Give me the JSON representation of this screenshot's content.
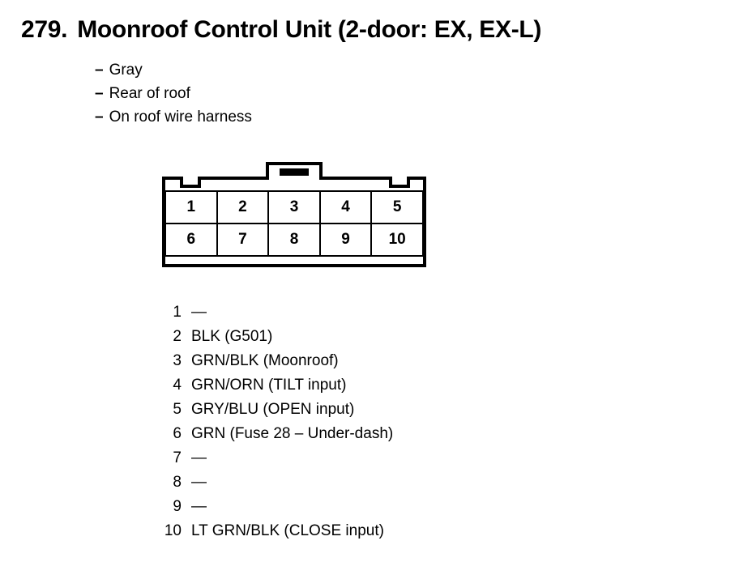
{
  "title": {
    "number": "279.",
    "text": "Moonroof Control Unit (2-door: EX, EX-L)"
  },
  "subtitles": [
    {
      "dash": "–",
      "label": "Gray"
    },
    {
      "dash": "–",
      "label": "Rear of roof"
    },
    {
      "dash": "–",
      "label": "On roof wire harness"
    }
  ],
  "connector": {
    "cavities": [
      {
        "label": "1"
      },
      {
        "label": "2"
      },
      {
        "label": "3"
      },
      {
        "label": "4"
      },
      {
        "label": "5"
      },
      {
        "label": "6"
      },
      {
        "label": "7"
      },
      {
        "label": "8"
      },
      {
        "label": "9"
      },
      {
        "label": "10"
      }
    ]
  },
  "pins": [
    {
      "num": "1",
      "desc": "—"
    },
    {
      "num": "2",
      "desc": "BLK (G501)"
    },
    {
      "num": "3",
      "desc": "GRN/BLK (Moonroof)"
    },
    {
      "num": "4",
      "desc": "GRN/ORN (TILT input)"
    },
    {
      "num": "5",
      "desc": "GRY/BLU (OPEN input)"
    },
    {
      "num": "6",
      "desc": "GRN (Fuse 28 – Under-dash)"
    },
    {
      "num": "7",
      "desc": "—"
    },
    {
      "num": "8",
      "desc": "—"
    },
    {
      "num": "9",
      "desc": "—"
    },
    {
      "num": "10",
      "desc": "LT GRN/BLK (CLOSE input)"
    }
  ]
}
